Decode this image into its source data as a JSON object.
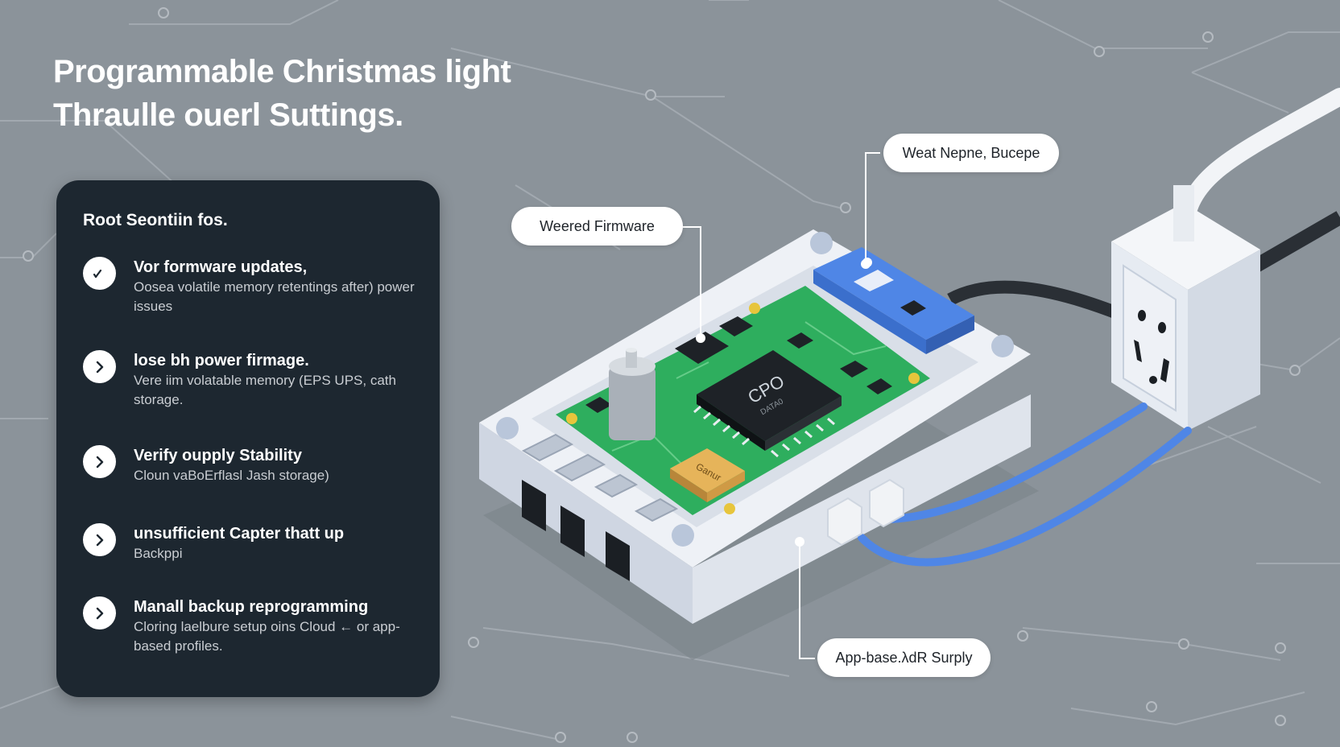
{
  "title": {
    "line1": "Programmable Christmas light",
    "line2": "Thraulle ouerl Suttings."
  },
  "panel": {
    "heading": "Root Seontiin fos.",
    "steps": [
      {
        "icon": "check-icon",
        "title": "Vor formware updates,",
        "desc": "Oosea volatile memory retentings after) power issues"
      },
      {
        "icon": "chevron-right-icon",
        "title": "lose bh power firmage.",
        "desc": "Vere iim volatable memory (EPS UPS, cath storage."
      },
      {
        "icon": "chevron-right-icon",
        "title": "Verify oupply Stability",
        "desc": "Cloun vaBoErflasl Jash storage)"
      },
      {
        "icon": "chevron-right-icon",
        "title": "unsufficient Capter thatt up",
        "desc": "Backppi"
      },
      {
        "icon": "chevron-right-icon",
        "title": "Manall backup reprogramming",
        "desc": "Cloring laelbure setup oins Cloud ← or app-based profiles."
      }
    ]
  },
  "callouts": {
    "firmware": "Weered Firmware",
    "top_right": "Weat Nepne, Bucepe",
    "supply": "App-base.λdR Surply"
  },
  "board": {
    "chip_label": "CPO",
    "chip_sub": "DATA0",
    "component_label": "Ganur"
  },
  "colors": {
    "background": "#8b939a",
    "panel": "#1d2730",
    "pcb": "#2eae5e",
    "cable": "#4f86e6",
    "enclosure": "#e8ecf3"
  }
}
